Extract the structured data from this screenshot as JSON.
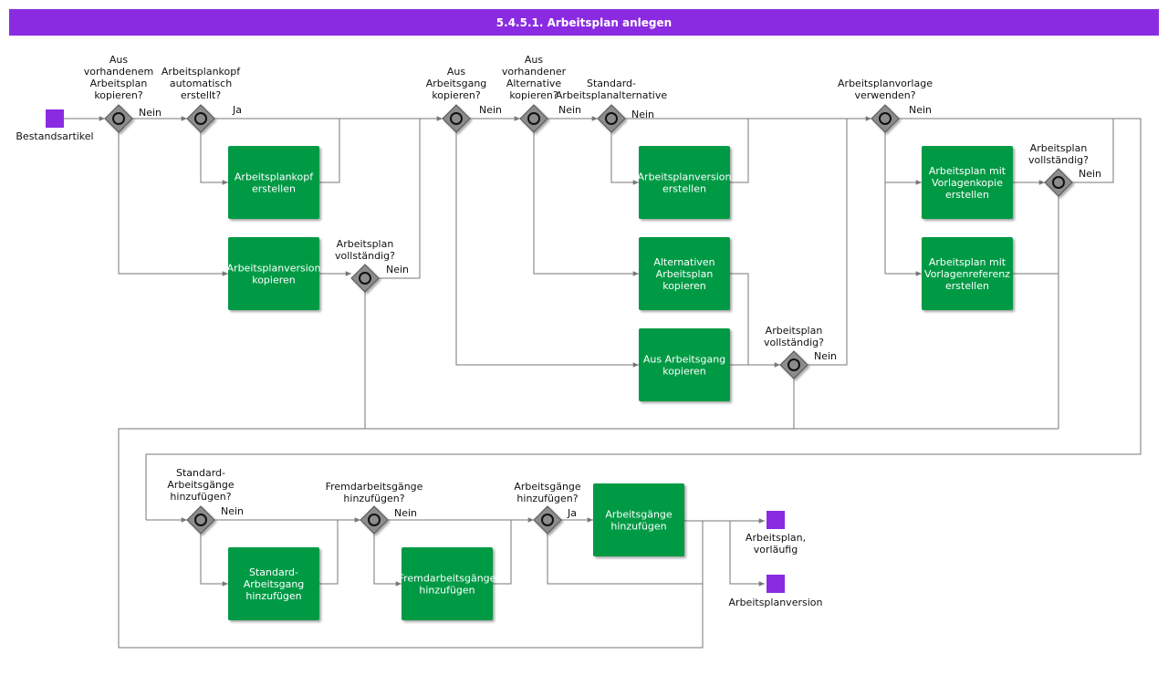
{
  "title": "5.4.5.1. Arbeitsplan anlegen",
  "colors": {
    "header": "#8a2be2",
    "task": "#009a44",
    "event": "#8a2be2",
    "gateway": "#8c8c8c",
    "line": "#777777"
  },
  "events": {
    "start": "Bestandsartikel",
    "end1": "Arbeitsplan,\nvorläufig",
    "end2": "Arbeitsplanversion"
  },
  "tasks": {
    "kopf_erstellen": "Arbeitsplankopf\nerstellen",
    "version_kopieren": "Arbeitsplanversion\nkopieren",
    "version_erstellen": "Arbeitsplanversion\nerstellen",
    "alt_kopieren": "Alternativen\nArbeitsplan\nkopieren",
    "ag_kopieren": "Aus Arbeitsgang\nkopieren",
    "vorlagenkopie": "Arbeitsplan mit\nVorlagenkopie\nerstellen",
    "vorlagenreferenz": "Arbeitsplan mit\nVorlagenreferenz\nerstellen",
    "std_ag": "Standard-\nArbeitsgang\nhinzufügen",
    "fremd_ag": "Fremdarbeitsgänge\nhinzufügen",
    "ag_hinzu": "Arbeitsgänge\nhinzufügen"
  },
  "gateways": {
    "g1": "Aus\nvorhandenem\nArbeitsplan\nkopieren?",
    "g2": "Arbeitsplankopf\nautomatisch\nerstellt?",
    "g3": "Arbeitsplan\nvollständig?",
    "g4": "Aus\nArbeitsgang\nkopieren?",
    "g5": "Aus\nvorhandener\nAlternative\nkopieren?",
    "g6": "Standard-\nArbeitsplanalternative",
    "g7": "Arbeitsplan\nvollständig?",
    "g8": "Arbeitsplanvorlage\nverwenden?",
    "g9": "Arbeitsplan\nvollständig?",
    "g10": "Standard-\nArbeitsgänge\nhinzufügen?",
    "g11": "Fremdarbeitsgänge\nhinzufügen?",
    "g12": "Arbeitsgänge\nhinzufügen?"
  },
  "flows": {
    "nein": "Nein",
    "ja": "Ja"
  }
}
